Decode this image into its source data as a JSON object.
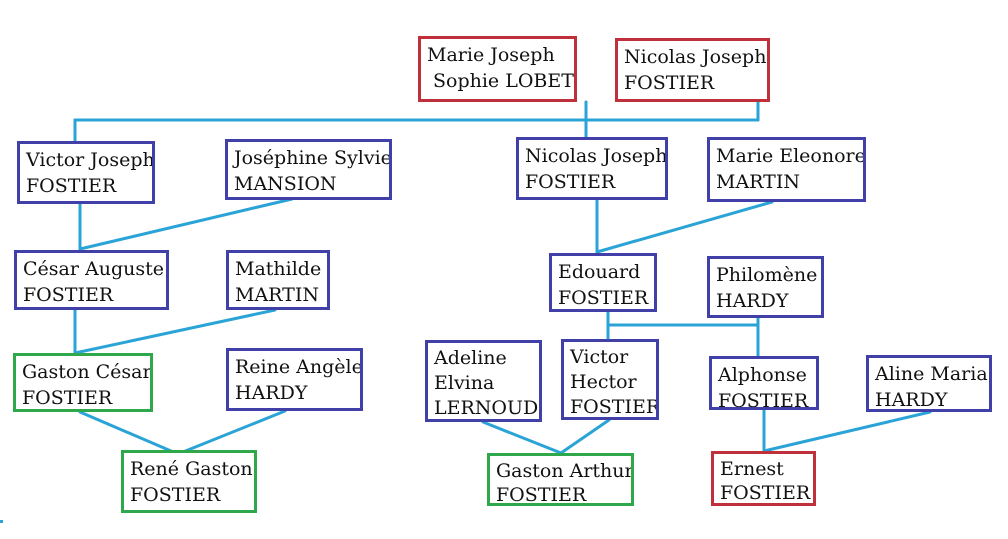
{
  "people": {
    "marie_joseph_sophie_lobet": {
      "line1": "Marie Joseph",
      "line2": "Sophie LOBET",
      "border": "#c0303a"
    },
    "nicolas_joseph_fostier_gp": {
      "line1": "Nicolas Joseph",
      "line2": "FOSTIER",
      "border": "#c0303a"
    },
    "victor_joseph_fostier": {
      "line1": "Victor Joseph",
      "line2": "FOSTIER",
      "border": "#4040a8"
    },
    "josephine_sylvie_mansion": {
      "line1": "Joséphine Sylvie",
      "line2": "MANSION",
      "border": "#4040a8"
    },
    "nicolas_joseph_fostier": {
      "line1": "Nicolas Joseph",
      "line2": "FOSTIER",
      "border": "#4040a8"
    },
    "marie_eleonore_martin": {
      "line1": "Marie Eleonore",
      "line2": "MARTIN",
      "border": "#4040a8"
    },
    "cesar_auguste_fostier": {
      "line1": "César Auguste",
      "line2": "FOSTIER",
      "border": "#4040a8"
    },
    "mathilde_martin": {
      "line1": "Mathilde",
      "line2": "MARTIN",
      "border": "#4040a8"
    },
    "edouard_fostier": {
      "line1": "Edouard",
      "line2": "FOSTIER",
      "border": "#4040a8"
    },
    "philomene_hardy": {
      "line1": "Philomène",
      "line2": "HARDY",
      "border": "#4040a8"
    },
    "gaston_cesar_fostier": {
      "line1": "Gaston César",
      "line2": "FOSTIER",
      "border": "#2ea84a"
    },
    "reine_angele_hardy": {
      "line1": "Reine Angèle",
      "line2": "HARDY",
      "border": "#4040a8"
    },
    "adeline_elvina_lernoud": {
      "line1": "Adeline",
      "line2": "Elvina",
      "line3": "LERNOUD",
      "border": "#4040a8"
    },
    "victor_hector_fostier": {
      "line1": "Victor",
      "line2": "Hector",
      "line3": "FOSTIER",
      "border": "#4040a8"
    },
    "alphonse_fostier": {
      "line1": "Alphonse",
      "line2": "FOSTIER",
      "border": "#4040a8"
    },
    "aline_maria_hardy": {
      "line1": "Aline Maria",
      "line2": "HARDY",
      "border": "#4040a8"
    },
    "rene_gaston_fostier": {
      "line1": "René Gaston",
      "line2": "FOSTIER",
      "border": "#2ea84a"
    },
    "gaston_arthur_fostier": {
      "line1": "Gaston Arthur",
      "line2": "FOSTIER",
      "border": "#2ea84a"
    },
    "ernest_fostier": {
      "line1": "Ernest",
      "line2": "FOSTIER",
      "border": "#c0303a"
    }
  },
  "colors": {
    "connector": "#2aa3d6",
    "ancestor_border": "#c0303a",
    "direct_line_border": "#2ea84a",
    "spouse_border": "#4040a8"
  }
}
